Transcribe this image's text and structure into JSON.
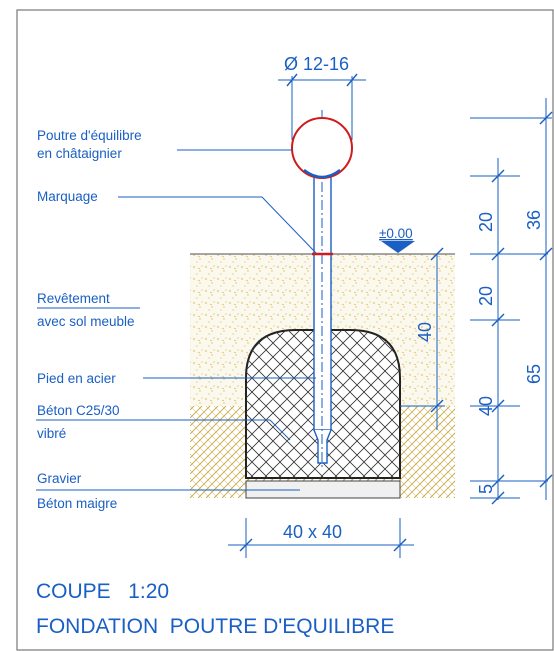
{
  "diameter_label": "Ø 12-16",
  "level_label": "±0.00",
  "labels": {
    "poutre_line1": "Poutre d'équilibre",
    "poutre_line2": "en châtaignier",
    "marquage": "Marquage",
    "revetement_line1": "Revêtement",
    "revetement_line2": "avec sol meuble",
    "pied": "Pied en acier",
    "beton_line1": "Béton C25/30",
    "beton_line2": "vibré",
    "gravier": "Gravier",
    "beton_maigre": "Béton maigre"
  },
  "dimensions": {
    "d20_top": "20",
    "d36": "36",
    "d20_mid": "20",
    "d40_inner": "40",
    "d40_right": "40",
    "d65": "65",
    "d5": "5",
    "width": "40 x 40"
  },
  "title_line1": "COUPE   1:20",
  "title_line2": "FONDATION  POUTRE D'EQUILIBRE",
  "colors": {
    "blue": "#1a5fc4",
    "soil": "#d8b84a",
    "gravel": "#c8a43c",
    "red": "#d11a1a"
  }
}
